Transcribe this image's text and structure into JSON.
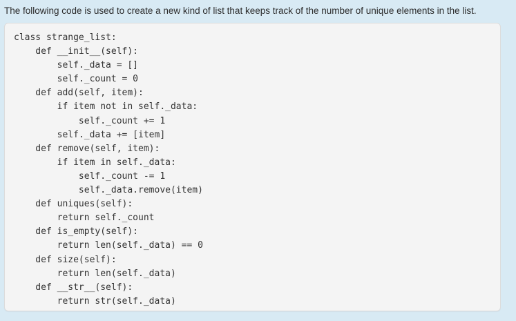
{
  "prompt": {
    "text": "The following code is used to create a new kind of list that keeps track of the number of unique elements in the list."
  },
  "code_block": {
    "language": "python",
    "background_color": "#f4f4f4",
    "border_color": "#dcdcdc",
    "text_color": "#333333",
    "lines": [
      "class strange_list:",
      "    def __init__(self):",
      "        self._data = []",
      "        self._count = 0",
      "    def add(self, item):",
      "        if item not in self._data:",
      "            self._count += 1",
      "        self._data += [item]",
      "    def remove(self, item):",
      "        if item in self._data:",
      "            self._count -= 1",
      "            self._data.remove(item)",
      "    def uniques(self):",
      "        return self._count",
      "    def is_empty(self):",
      "        return len(self._data) == 0",
      "    def size(self):",
      "        return len(self._data)",
      "    def __str__(self):",
      "        return str(self._data)"
    ]
  },
  "page": {
    "background_color": "#d8eaf4"
  }
}
